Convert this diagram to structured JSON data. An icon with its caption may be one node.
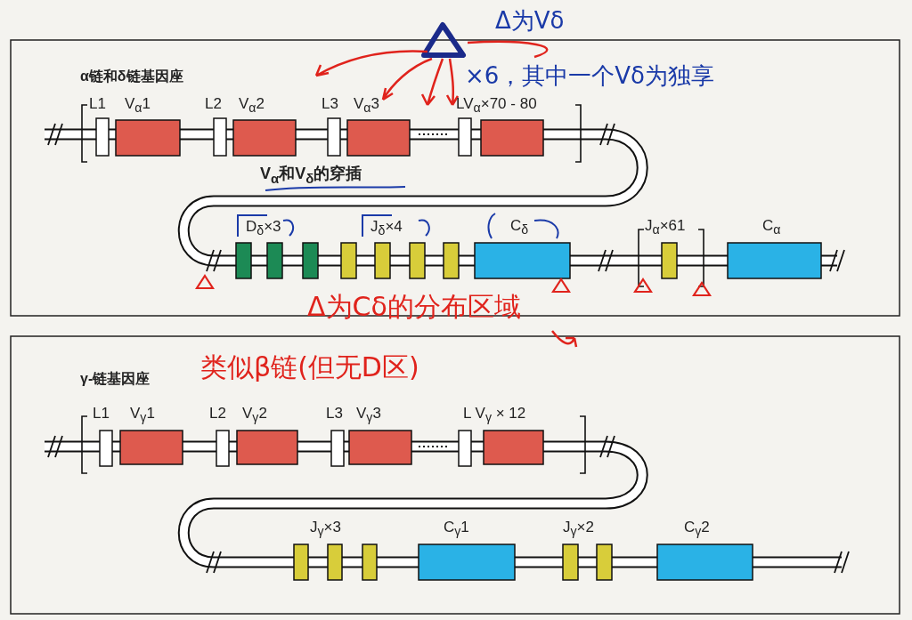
{
  "diagram": {
    "labels": [
      "α链和δ链基因座",
      "L1",
      "V$_{α}$1",
      "L2",
      "V$_{α}$2",
      "L3",
      "V$_{α}$3",
      "LV$_{α}$×70 - 80",
      "V$_{α}$和V$_{δ}$的穿插",
      "D$_{δ}$×3",
      "J$_{δ}$×4",
      "C$_{δ}$",
      "J$_{α}$×61",
      "C$_{α}$",
      "Δ为Vδ",
      "×6，其中一个Vδ为独享",
      "Δ为Cδ的分布区域",
      "γ-链基因座",
      "类似β链(但无D区)",
      "L1",
      "V$_{γ}$1",
      "L2",
      "V$_{γ}$2",
      "L3",
      "V$_{γ}$3",
      "L V$_{γ}$ × 12",
      "J$_{γ}$×3",
      "C$_{γ}$1",
      "J$_{γ}$×2",
      "C$_{γ}$2"
    ]
  }
}
